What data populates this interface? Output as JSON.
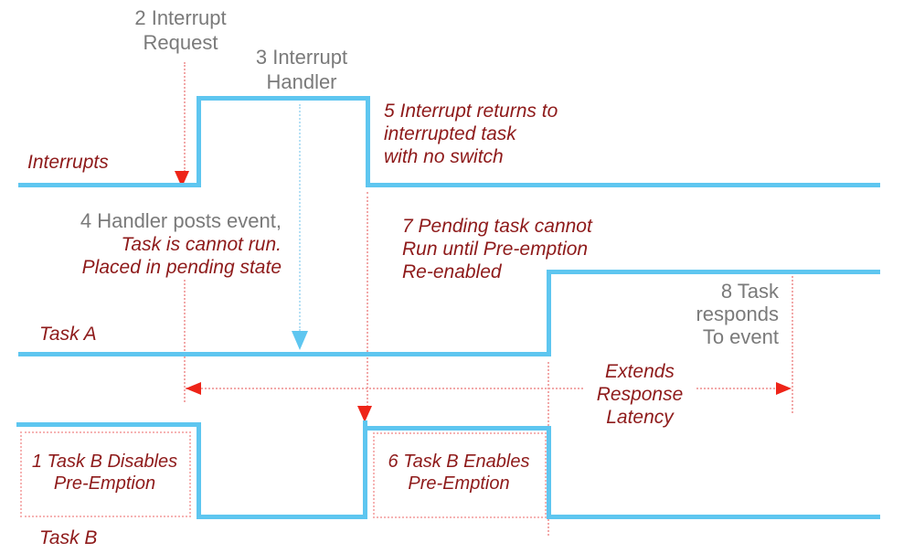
{
  "colors": {
    "wave_blue": "#5ec6f0",
    "text_red": "#8e1a1a",
    "text_gray": "#7a7a7a",
    "arrow_red": "#ee2418",
    "dot_red": "#f2a8a8",
    "dot_blue": "#b5e0f5",
    "box_pink": "#f6b3b3"
  },
  "timelines": {
    "interrupts": {
      "label": "Interrupts"
    },
    "task_a": {
      "label": "Task A"
    },
    "task_b": {
      "label": "Task B"
    }
  },
  "annotations": {
    "step1": "1 Task B Disables\nPre-Emption",
    "step2": "2 Interrupt\nRequest",
    "step3": "3 Interrupt\nHandler",
    "step4_title": "4 Handler posts event,",
    "step4_detail": "Task is cannot run.\nPlaced in pending state",
    "step5": "5 Interrupt returns to\ninterrupted task\nwith no switch",
    "step6": "6 Task B Enables\nPre-Emption",
    "step7": "7 Pending task cannot\nRun until Pre-emption\nRe-enabled",
    "step8": "8 Task\nresponds\nTo event",
    "latency": "Extends\nResponse\nLatency"
  }
}
